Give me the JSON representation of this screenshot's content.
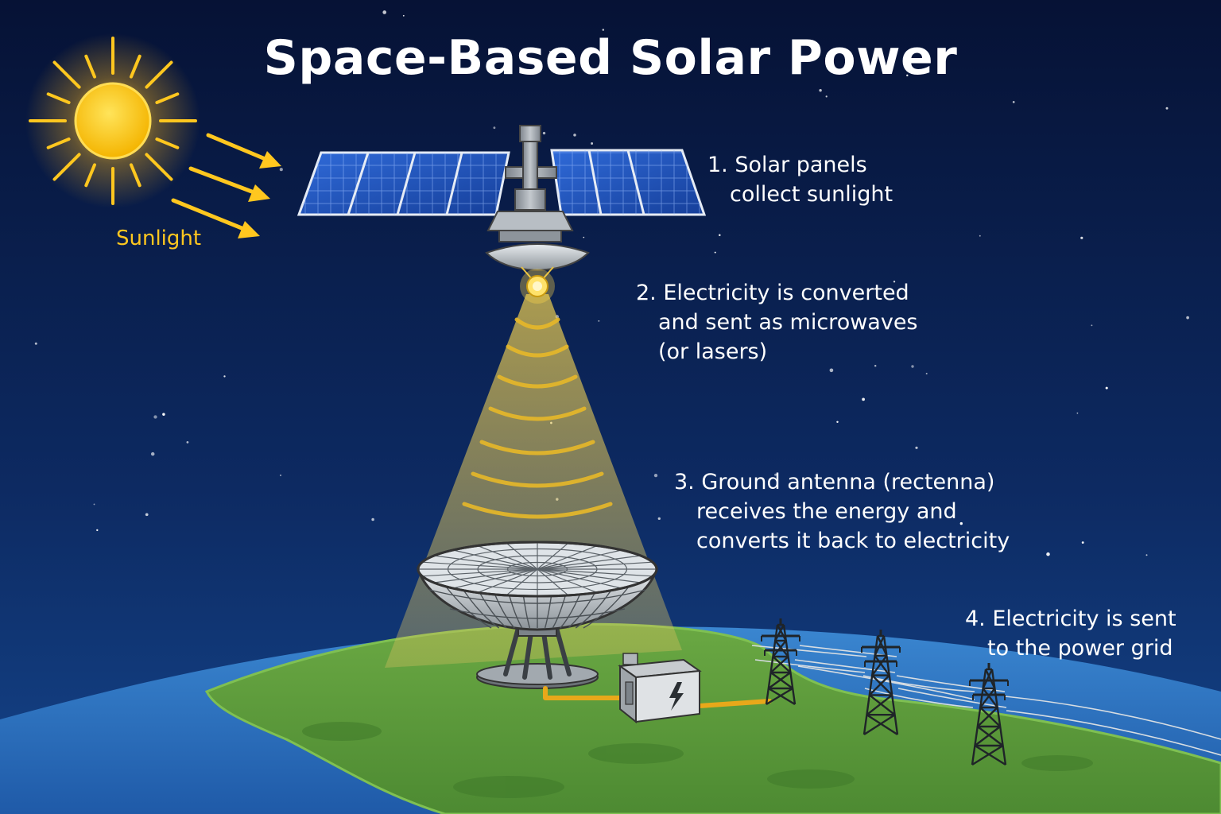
{
  "title": "Space-Based Solar Power",
  "sunlight_label": "Sunlight",
  "steps": [
    {
      "line1": "1. Solar panels",
      "line2": "collect sunlight",
      "line3": ""
    },
    {
      "line1": "2. Electricity is converted",
      "line2": "and sent as microwaves",
      "line3": "(or lasers)"
    },
    {
      "line1": "3. Ground antenna (rectenna)",
      "line2": "receives the energy and",
      "line3": "converts it back to electricity"
    },
    {
      "line1": "4. Electricity is sent",
      "line2": "to the power grid",
      "line3": ""
    }
  ],
  "colors": {
    "sky_top": "#061235",
    "sky_bottom": "#14448a",
    "ocean": "#2a6fc0",
    "land": "#5a9a3a",
    "sun": "#ffc71f",
    "beam": "#e8c33a",
    "panel": "#1c4fb8",
    "metal": "#9aa1a8",
    "label_text": "#ffffff",
    "sunlight_text": "#ffc71f"
  },
  "icons": [
    "sun-icon",
    "satellite-icon",
    "rectenna-dish-icon",
    "substation-icon",
    "lightning-bolt-icon",
    "power-tower-icon"
  ]
}
